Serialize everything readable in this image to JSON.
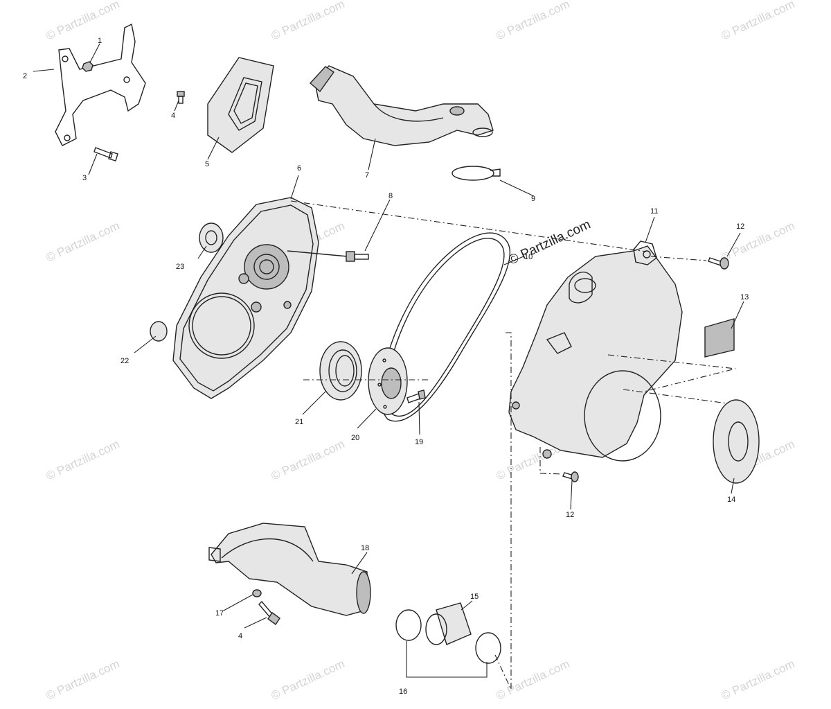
{
  "watermark": "© Partzilla.com",
  "callouts": [
    "1",
    "2",
    "3",
    "4",
    "4",
    "5",
    "6",
    "7",
    "8",
    "9",
    "10",
    "11",
    "12",
    "12",
    "13",
    "14",
    "15",
    "16",
    "17",
    "18",
    "19",
    "20",
    "21",
    "22",
    "23"
  ]
}
